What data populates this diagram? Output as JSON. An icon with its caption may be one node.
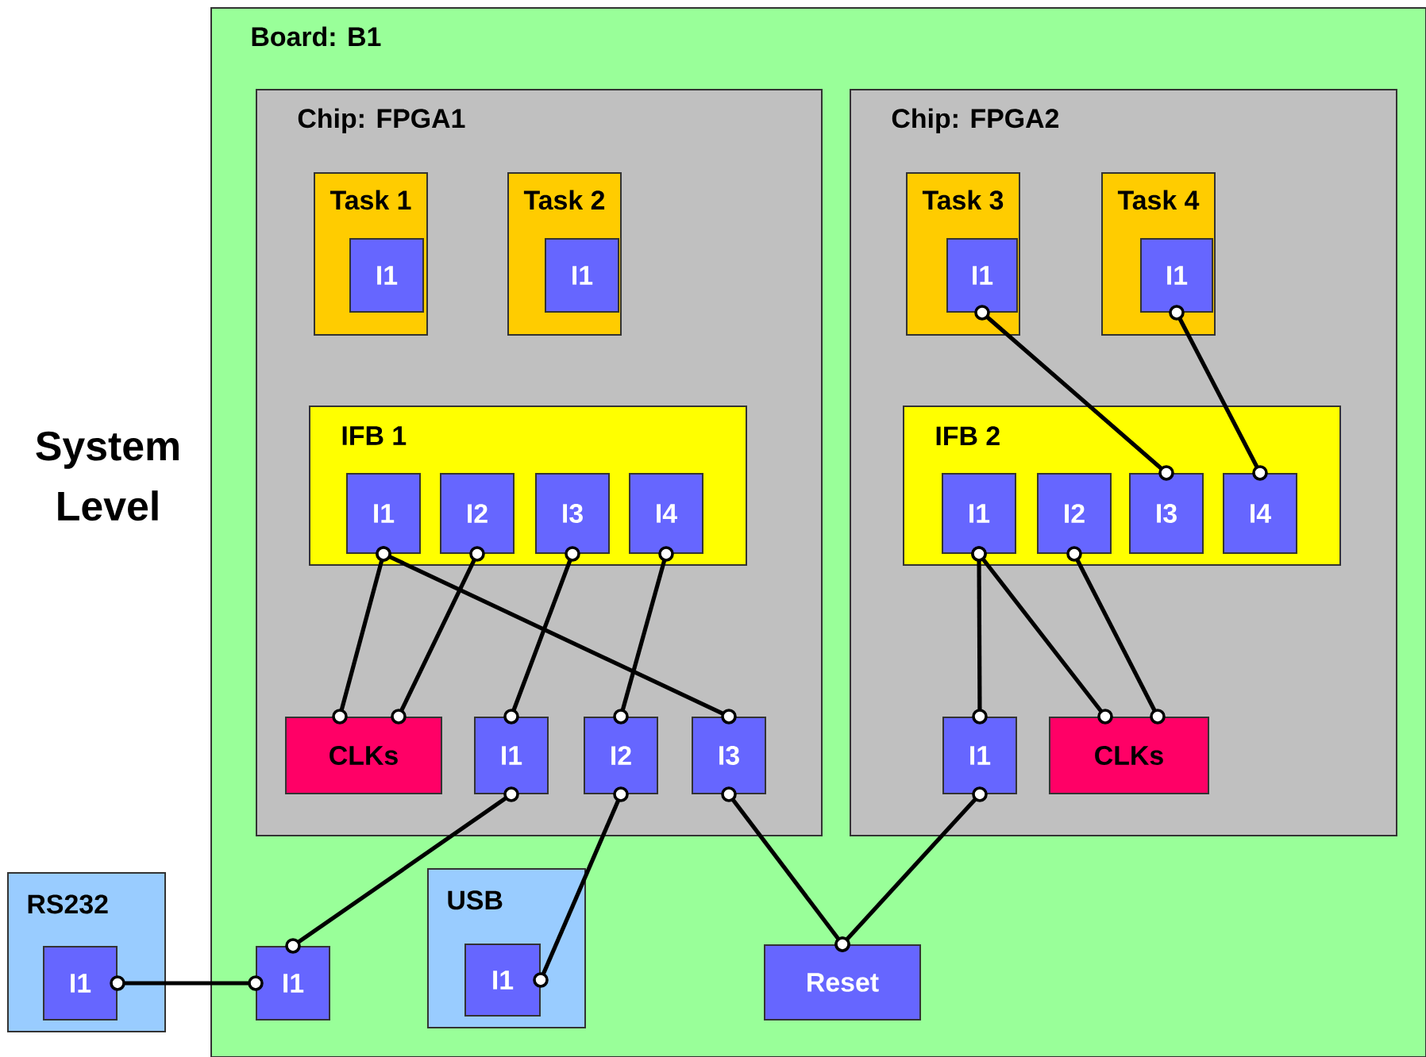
{
  "diagram": {
    "nodes": [
      {
        "text": [
          "Board: B1"
        ]
      },
      {
        "text": [
          "Chip: FPGA1"
        ],
        "in": 0
      },
      {
        "text": [
          "Task 1"
        ],
        "in": 1
      },
      {
        "text": [
          "I1"
        ],
        "in": 2
      },
      {
        "text": [
          "Task 2"
        ],
        "in": 1
      },
      {
        "text": [
          "I1"
        ],
        "in": 4
      },
      {
        "text": [
          "IFB 1"
        ],
        "in": 1
      },
      {
        "text": [
          "I1"
        ],
        "in": 6
      },
      {
        "text": [
          "I2"
        ],
        "in": 6
      },
      {
        "text": [
          "I3"
        ],
        "in": 6
      },
      {
        "text": [
          "I4"
        ],
        "in": 6
      },
      {
        "text": [
          "CLKs"
        ],
        "in": 1
      },
      {
        "text": [
          "I1"
        ],
        "in": 1
      },
      {
        "text": [
          "I2"
        ],
        "in": 1
      },
      {
        "text": [
          "I3"
        ],
        "in": 1
      },
      {
        "text": [
          "Chip: FPGA2"
        ],
        "in": 0
      },
      {
        "text": [
          "Task 3"
        ],
        "in": 15
      },
      {
        "text": [
          "I1"
        ],
        "in": 16
      },
      {
        "text": [
          "Task 4"
        ],
        "in": 15
      },
      {
        "text": [
          "I1"
        ],
        "in": 18
      },
      {
        "text": [
          "IFB 2"
        ],
        "in": 15
      },
      {
        "text": [
          "I1"
        ],
        "in": 20
      },
      {
        "text": [
          "I2"
        ],
        "in": 20
      },
      {
        "text": [
          "I3"
        ],
        "in": 20
      },
      {
        "text": [
          "I4"
        ],
        "in": 20
      },
      {
        "text": [
          "I1"
        ],
        "in": 15
      },
      {
        "text": [
          "CLKs"
        ],
        "in": 15
      },
      {
        "text": [
          "RS232"
        ]
      },
      {
        "text": [
          "I1"
        ],
        "in": 27
      },
      {
        "text": [
          "I1"
        ],
        "in": 0
      },
      {
        "text": [
          "USB"
        ],
        "in": 0
      },
      {
        "text": [
          "I1"
        ],
        "in": 30
      },
      {
        "text": [
          "Reset"
        ],
        "in": 0
      }
    ],
    "edges": [
      {
        "from": 17,
        "to": 23,
        "arrow": "other"
      },
      {
        "from": 19,
        "to": 24,
        "arrow": "other"
      },
      {
        "from": 7,
        "to": 11,
        "arrow": "other"
      },
      {
        "from": 8,
        "to": 11,
        "arrow": "other"
      },
      {
        "from": 7,
        "to": 14,
        "arrow": "other"
      },
      {
        "from": 9,
        "to": 12,
        "arrow": "other"
      },
      {
        "from": 10,
        "to": 13,
        "arrow": "other"
      },
      {
        "from": 21,
        "to": 25,
        "arrow": "other"
      },
      {
        "from": 21,
        "to": 26,
        "arrow": "other"
      },
      {
        "from": 22,
        "to": 26,
        "arrow": "other"
      },
      {
        "from": 12,
        "to": 29,
        "arrow": "other"
      },
      {
        "from": 13,
        "to": 31,
        "arrow": "other"
      },
      {
        "from": 14,
        "to": 32,
        "arrow": "other"
      },
      {
        "from": 25,
        "to": 32,
        "arrow": "other"
      },
      {
        "from": 28,
        "to": 29,
        "arrow": "other"
      }
    ],
    "labels": [
      "System Level"
    ]
  }
}
